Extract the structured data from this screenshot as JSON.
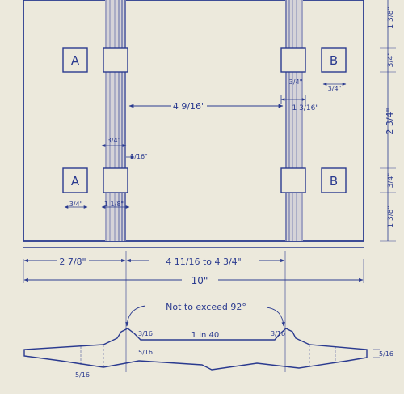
{
  "boxes": {
    "a_label": "A",
    "b_label": "B"
  },
  "dims": {
    "center_gap": "4 9/16\"",
    "right_gap": "1 3/16\"",
    "left_rail_width": "3/4\"",
    "left_rail_edge": "1/16\"",
    "small_sq_left": "3/4\"",
    "rail_width_lower": "1 1/8\"",
    "right_small_1": "3/4\"",
    "right_small_2": "3/4\"",
    "left_span": "2 7/8\"",
    "mid_span": "4 11/16 to 4 3/4\"",
    "total_span": "10\"",
    "right_top": "1 3/8\"",
    "right_b_upper": "3/4\"",
    "right_mid": "2 3/4\"",
    "right_b_lower": "3/4\"",
    "right_bottom": "1 3/8\"",
    "note": "Not to exceed 92°",
    "slope": "1 in 40",
    "base_left": "5/16",
    "base_right": "5/16",
    "seat_small": "5/16",
    "seat_left": "3/16",
    "seat_right": "3/16"
  },
  "colors": {
    "ink": "#2a3a8f",
    "paper": "#ece9dc"
  }
}
